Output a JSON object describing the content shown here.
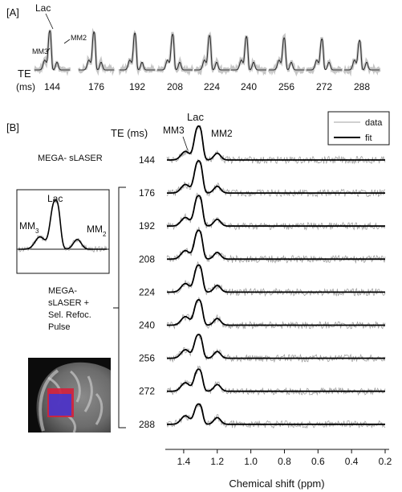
{
  "panel_a": {
    "label": "[A]",
    "te_label": "TE",
    "te_unit": "(ms)",
    "peak_labels": {
      "lac": "Lac",
      "mm3": "MM3",
      "mm2": "MM2"
    },
    "te_values": [
      "144",
      "176",
      "192",
      "208",
      "224",
      "240",
      "256",
      "272",
      "288"
    ]
  },
  "panel_b": {
    "label": "[B]",
    "te_header": "TE (ms)",
    "peak_labels": {
      "lac": "Lac",
      "mm3": "MM3",
      "mm2": "MM2"
    },
    "legend": {
      "data": "data",
      "fit": "fit"
    },
    "rows": [
      {
        "te": "144",
        "group": "MEGA- sLASER"
      },
      {
        "te": "176"
      },
      {
        "te": "192"
      },
      {
        "te": "208"
      },
      {
        "te": "224"
      },
      {
        "te": "240"
      },
      {
        "te": "256"
      },
      {
        "te": "272"
      },
      {
        "te": "288"
      }
    ],
    "group_label_lines": [
      "MEGA-",
      "sLASER +",
      "Sel. Refoc.",
      "Pulse"
    ],
    "inset": {
      "lac": "Lac",
      "mm3_base": "MM",
      "mm3_sub": "3",
      "mm2_base": "MM",
      "mm2_sub": "2"
    },
    "x_axis": {
      "label": "Chemical shift (ppm)",
      "ticks": [
        "1.4",
        "1.2",
        "1.0",
        "0.8",
        "0.6",
        "0.4",
        "0.2"
      ]
    }
  },
  "colors": {
    "data": "#a0a0a0",
    "fit": "#000000",
    "voxel_red": "#d4203c",
    "voxel_blue": "#3a3ad8"
  }
}
